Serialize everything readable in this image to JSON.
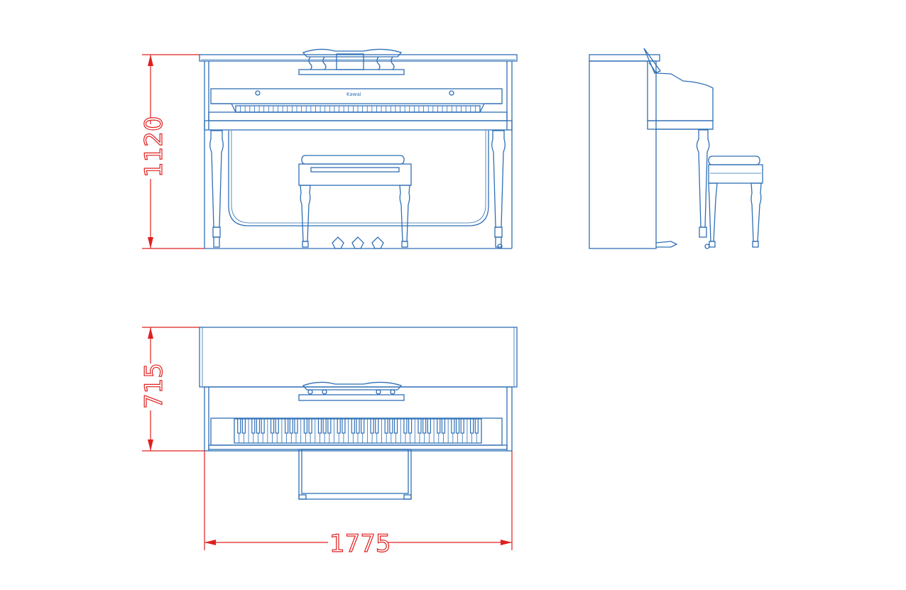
{
  "dimensions": {
    "height_label": "1120",
    "depth_label": "715",
    "width_label": "1775"
  },
  "brand": {
    "fallboard_text": "Kawai"
  },
  "colors": {
    "drawing_lines": "#2f6fb5",
    "dimension_lines": "#e02020",
    "background": "#ffffff"
  }
}
